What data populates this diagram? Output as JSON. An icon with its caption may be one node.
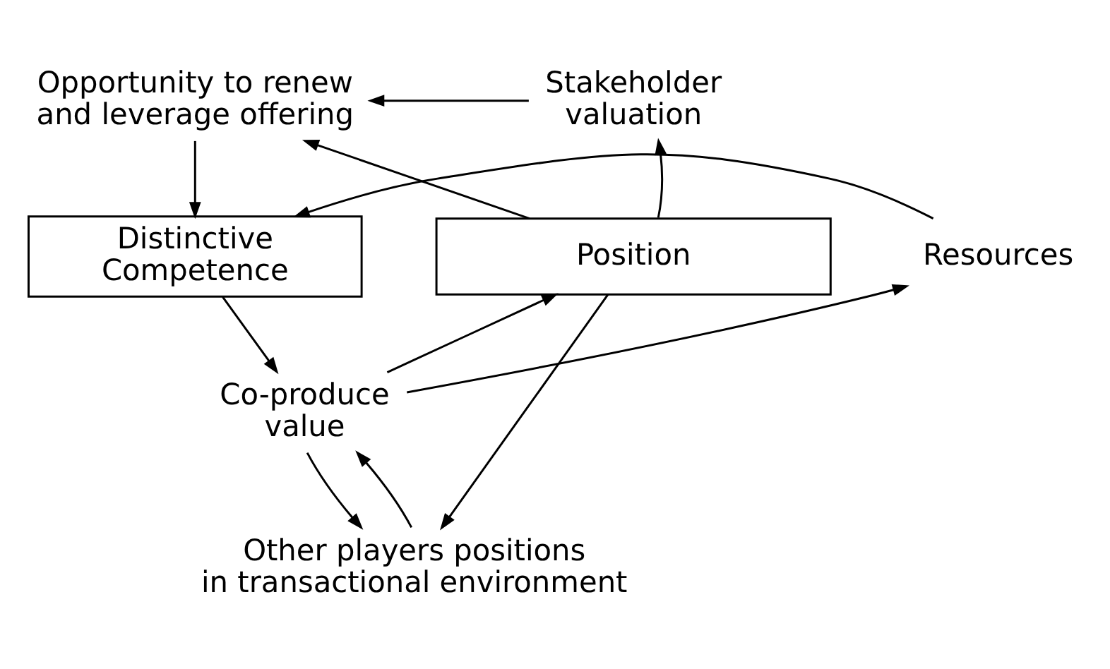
{
  "diagram": {
    "nodes": [
      {
        "text": [
          "Opportunity to renew and leverage offering"
        ]
      },
      {
        "text": [
          "Stakeholder valuation"
        ]
      },
      {
        "text": [
          "Distinctive Competence"
        ]
      },
      {
        "text": [
          "Resources"
        ]
      },
      {
        "text": [
          "Position"
        ]
      },
      {
        "text": [
          "Co-produce value"
        ]
      },
      {
        "text": [
          "Other players positions in transactional environment"
        ]
      }
    ],
    "edges": [
      {
        "from": 0,
        "to": 2,
        "arrow": "to"
      },
      {
        "from": 3,
        "to": 2,
        "arrow": "to"
      },
      {
        "from": 1,
        "to": 0,
        "arrow": "to"
      },
      {
        "from": 4,
        "to": 0,
        "arrow": "to"
      },
      {
        "from": 4,
        "to": 1,
        "arrow": "to"
      },
      {
        "from": 2,
        "to": 5,
        "arrow": "to"
      },
      {
        "from": 5,
        "to": 3,
        "arrow": "to"
      },
      {
        "from": 5,
        "to": 4,
        "arrow": "to"
      },
      {
        "from": 5,
        "to": 6,
        "arrow": "to"
      },
      {
        "from": 6,
        "to": 5,
        "arrow": "to"
      },
      {
        "from": 4,
        "to": 6,
        "arrow": "to"
      }
    ]
  }
}
